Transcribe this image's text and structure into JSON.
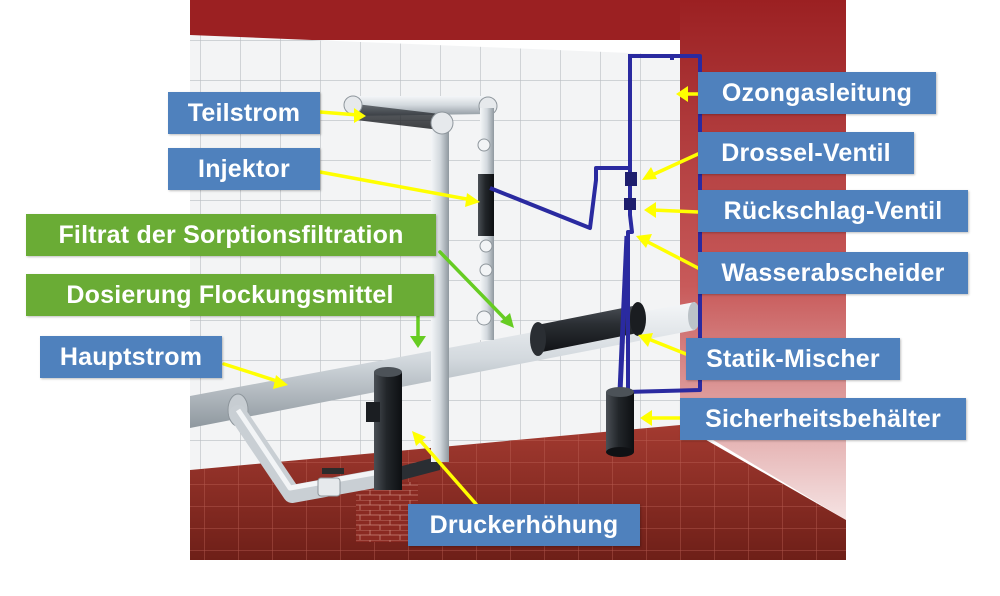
{
  "colors": {
    "label_blue": "#4f81bd",
    "label_green": "#6aac35",
    "arrow_yellow": "#ffff00",
    "arrow_green": "#66cc22",
    "ozone_line": "#2a2aa0",
    "wall_red": "#9b2022",
    "floor_tile": "#8a2a22"
  },
  "labels": {
    "teilstrom": "Teilstrom",
    "injektor": "Injektor",
    "filtrat": "Filtrat der Sorptionsfiltration",
    "dosierung": "Dosierung Flockungsmittel",
    "hauptstrom": "Hauptstrom",
    "druckerhoehung": "Druckerhöhung",
    "ozongasleitung": "Ozongasleitung",
    "drossel": "Drossel-Ventil",
    "rueckschlag": "Rückschlag-Ventil",
    "wasserabscheider": "Wasserabscheider",
    "statik": "Statik-Mischer",
    "sicherheit": "Sicherheitsbehälter"
  }
}
